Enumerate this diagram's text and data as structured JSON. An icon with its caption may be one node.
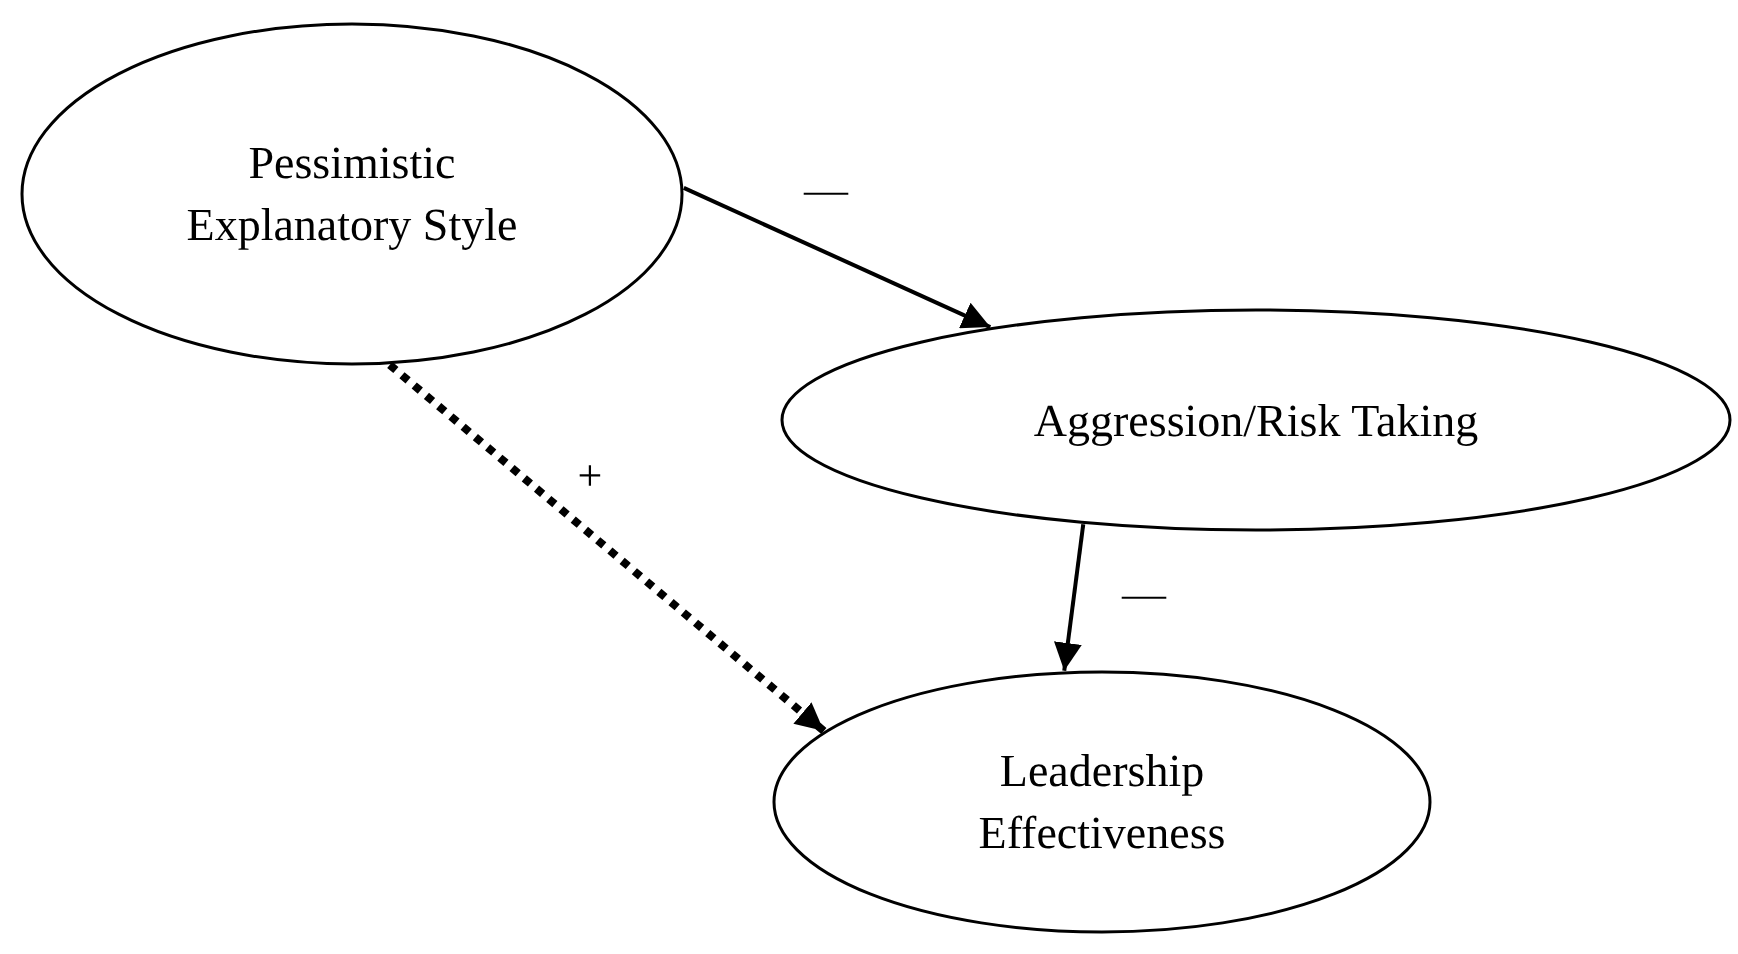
{
  "diagram": {
    "nodes": [
      {
        "text": [
          "Pessimistic Explanatory Style"
        ]
      },
      {
        "text": [
          "Aggression/Risk Taking"
        ]
      },
      {
        "text": [
          "Leadership Effectiveness"
        ]
      }
    ],
    "edges": [
      {
        "from": 0,
        "to": 1,
        "arrow": "to",
        "label": "—"
      },
      {
        "from": 1,
        "to": 2,
        "arrow": "to",
        "label": "—"
      },
      {
        "from": 0,
        "to": 2,
        "arrow": "to",
        "label": "+",
        "style": "dashed"
      }
    ]
  }
}
